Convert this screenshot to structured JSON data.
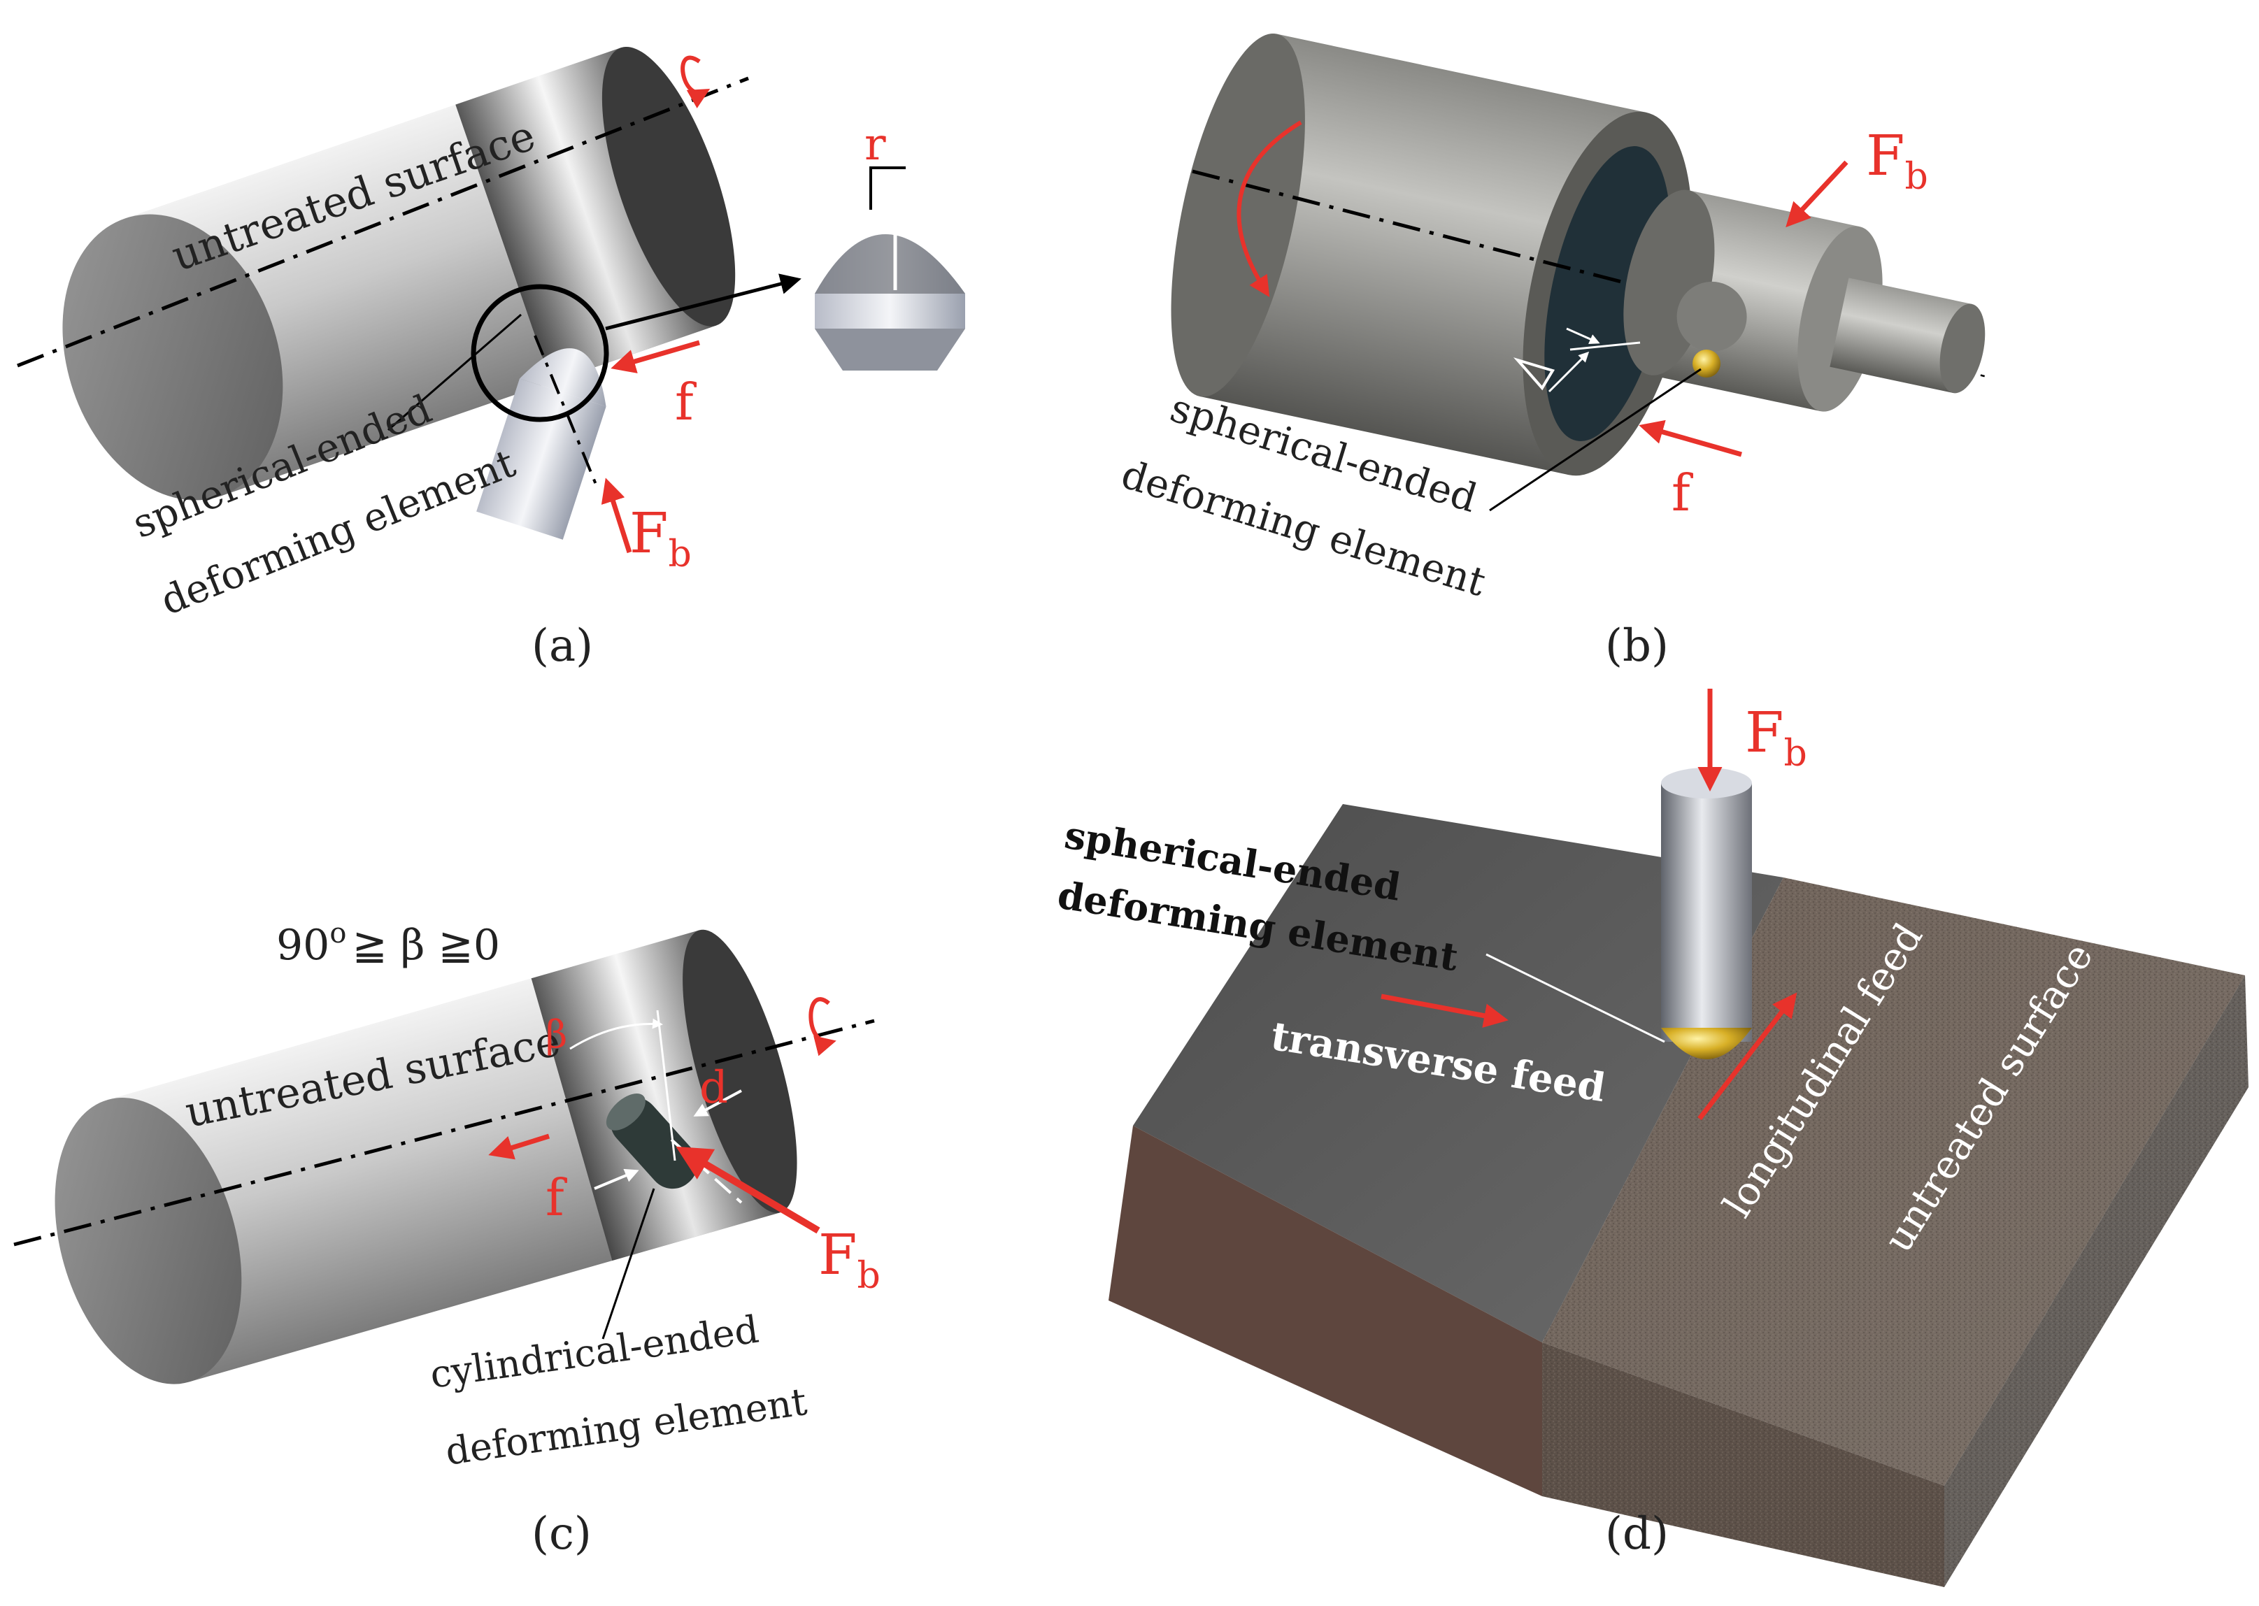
{
  "colors": {
    "accent_red": "#e8322b",
    "metal_light": "#d9d9d9",
    "metal_dark": "#6b6b6b",
    "plate_top": "#5a5a5a",
    "plate_brown": "#5e463e",
    "rough_surface": "#6b6058",
    "brass": "#c9a227"
  },
  "panels": {
    "a": {
      "caption": "(a)",
      "surface_label": "untreated surface",
      "tool_label_line1": "spherical-ended",
      "tool_label_line2": "deforming element",
      "radius_label": "r",
      "feed_label": "f",
      "force_main": "F",
      "force_sub": "b"
    },
    "b": {
      "caption": "(b)",
      "tool_label_line1": "spherical-ended",
      "tool_label_line2": "deforming element",
      "feed_label": "f",
      "force_main": "F",
      "force_sub": "b"
    },
    "c": {
      "caption": "(c)",
      "condition_lhs": "90",
      "condition_sup": "o",
      "condition_rhs": "≧ β ≧0",
      "surface_label": "untreated surface",
      "angle_label": "β",
      "diameter_label": "d",
      "feed_label": "f",
      "force_main": "F",
      "force_sub": "b",
      "tool_label_line1": "cylindrical-ended",
      "tool_label_line2": "deforming element"
    },
    "d": {
      "caption": "(d)",
      "tool_label_line1": "spherical-ended",
      "tool_label_line2": "deforming element",
      "transverse_label": "transverse feed",
      "longitudinal_label": "longitudinal feed",
      "surface_label": "untreated surface",
      "force_main": "F",
      "force_sub": "b"
    }
  }
}
